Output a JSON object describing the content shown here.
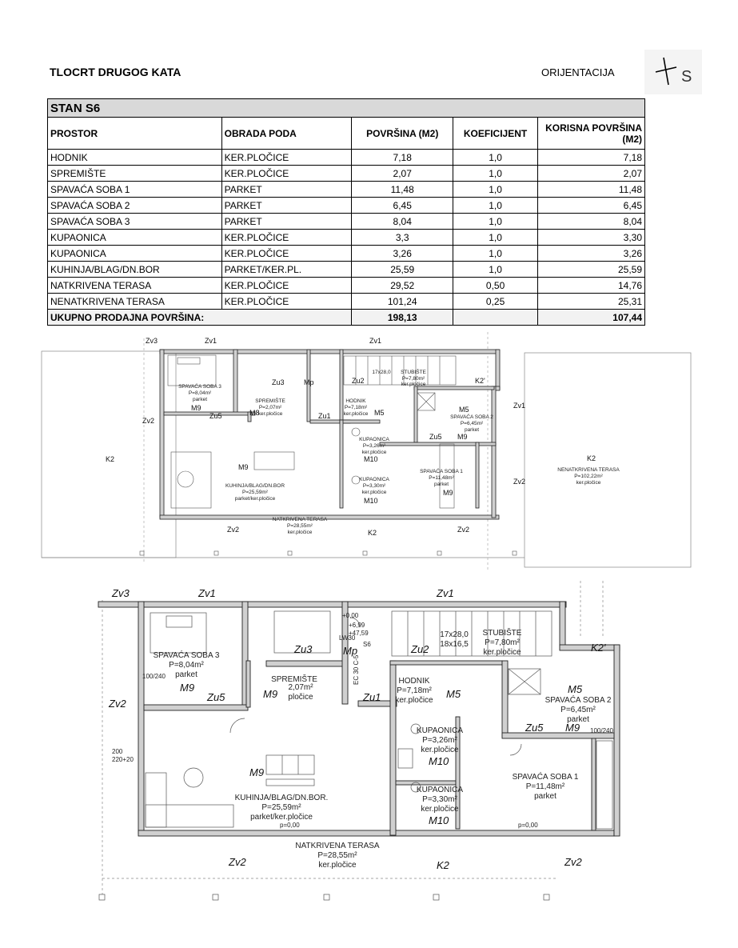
{
  "title": "TLOCRT DRUGOG KATA",
  "orientation_label": "ORIJENTACIJA",
  "compass_letter": "S",
  "table": {
    "unit": "STAN S6",
    "headers": [
      "PROSTOR",
      "OBRADA PODA",
      "POVRŠINA (M2)",
      "KOEFICIJENT",
      "KORISNA POVRŠINA (M2)"
    ],
    "header_last_line1": "KORISNA POVRŠINA",
    "header_last_line2": "(M2)",
    "rows": [
      {
        "name": "HODNIK",
        "floor": "KER.PLOČICE",
        "area": "7,18",
        "coef": "1,0",
        "useful": "7,18"
      },
      {
        "name": "SPREMIŠTE",
        "floor": "KER.PLOČICE",
        "area": "2,07",
        "coef": "1,0",
        "useful": "2,07"
      },
      {
        "name": "SPAVAĆA SOBA 1",
        "floor": "PARKET",
        "area": "11,48",
        "coef": "1,0",
        "useful": "11,48"
      },
      {
        "name": "SPAVAĆA SOBA 2",
        "floor": "PARKET",
        "area": "6,45",
        "coef": "1,0",
        "useful": "6,45"
      },
      {
        "name": "SPAVAĆA SOBA 3",
        "floor": "PARKET",
        "area": "8,04",
        "coef": "1,0",
        "useful": "8,04"
      },
      {
        "name": "KUPAONICA",
        "floor": "KER.PLOČICE",
        "area": "3,3",
        "coef": "1,0",
        "useful": "3,30"
      },
      {
        "name": "KUPAONICA",
        "floor": "KER.PLOČICE",
        "area": "3,26",
        "coef": "1,0",
        "useful": "3,26"
      },
      {
        "name": "KUHINJA/BLAG/DN.BOR",
        "floor": "PARKET/KER.PL.",
        "area": "25,59",
        "coef": "1,0",
        "useful": "25,59"
      },
      {
        "name": "NATKRIVENA TERASA",
        "floor": "KER.PLOČICE",
        "area": "29,52",
        "coef": "0,50",
        "useful": "14,76"
      },
      {
        "name": "NENATKRIVENA TERASA",
        "floor": "KER.PLOČICE",
        "area": "101,24",
        "coef": "0,25",
        "useful": "25,31"
      }
    ],
    "total_label": "UKUPNO PRODAJNA POVRŠINA:",
    "total_area": "198,13",
    "total_useful": "107,44"
  },
  "plan_small": {
    "labels": {
      "zv3": "Zv3",
      "zv1a": "Zv1",
      "zv1b": "Zv1",
      "zv2l": "Zv2",
      "zv2r1": "Zv1",
      "zv2r2": "Zv2",
      "zv2b1": "Zv2",
      "zv2b2": "Zv2",
      "k2l": "K2",
      "k2b": "K2",
      "k2p": "K2'",
      "k2r": "K2",
      "zu3": "Zu3",
      "mp": "Mp",
      "zu2": "Zu2",
      "zu1": "Zu1",
      "zu5a": "Zu5",
      "zu5b": "Zu5",
      "m9a": "M9",
      "m8": "M8",
      "m9b": "M9",
      "m9c": "M9",
      "m9d": "M9",
      "m5a": "M5",
      "m5b": "M5",
      "m10a": "M10",
      "m10b": "M10",
      "sob3": "SPAVAĆA SOBA 3",
      "sob3p": "P=8,04m²",
      "sob3f": "parket",
      "sprem": "SPREMIŠTE",
      "spremp": "P=2,07m²",
      "spremf": "ker.pločice",
      "hod": "HODNIK",
      "hodp": "P=7,18m²",
      "hodf": "ker.pločice",
      "stub": "STUBIŠTE",
      "stubp": "P=7,80m²",
      "stubf": "ker.pločice",
      "stubd": "17x28,0",
      "sob2": "SPAVAĆA SOBA 2",
      "sob2p": "P=6,45m²",
      "sob2f": "parket",
      "kup1": "KUPAONICA",
      "kup1p": "P=3,26m²",
      "kup1f": "ker.pločice",
      "kup2": "KUPAONICA",
      "kup2p": "P=3,30m²",
      "kup2f": "ker.pločice",
      "sob1": "SPAVAĆA SOBA 1",
      "sob1p": "P=11,48m²",
      "sob1f": "parket",
      "kuh": "KUHINJA/BLAG/DN.BOR",
      "kuhp": "P=25,59m²",
      "kuhf": "parket/ker.pločice",
      "nat": "NATKRIVENA TERASA",
      "natp": "P=28,55m²",
      "natf": "ker.pločice",
      "nen": "NENATKRIVENA TERASA",
      "nenp": "P=102,22m²",
      "nenf": "ker.pločice"
    }
  },
  "plan_large": {
    "labels": {
      "zv3": "Zv3",
      "zv1a": "Zv1",
      "zv1b": "Zv1",
      "zv2l": "Zv2",
      "zv2b1": "Zv2",
      "zv2b2": "Zv2",
      "k2p": "K2'",
      "k2b": "K2",
      "zu3": "Zu3",
      "mp": "Mp",
      "zu2": "Zu2",
      "zu1": "Zu1",
      "zu5a": "Zu5",
      "zu5b": "Zu5",
      "m9a": "M9",
      "m9b": "M9",
      "m9c": "M9",
      "m9d": "M9",
      "m5a": "M5",
      "m5b": "M5",
      "m10a": "M10",
      "m10b": "M10",
      "s6": "S6",
      "lw": "LW30",
      "ec": "EC 30 C-5",
      "dim1": "100/240",
      "dim2": "100/240",
      "dim3": "200",
      "dim4": "220+20",
      "sob3": "SPAVAĆA SOBA 3",
      "sob3p": "P=8,04m²",
      "sob3f": "parket",
      "sprem": "SPREMIŠTE",
      "spremp": "2,07m²",
      "spremf": "pločice",
      "hod": "HODNIK",
      "hodp": "P=7,18m²",
      "hodf": "ker.pločice",
      "stub": "STUBIŠTE",
      "stubp": "P=7,80m²",
      "stubf": "ker.pločice",
      "stubd1": "17x28,0",
      "stubd2": "18x16,5",
      "sob2": "SPAVAĆA SOBA 2",
      "sob2p": "P=6,45m²",
      "sob2f": "parket",
      "kup1": "KUPAONICA",
      "kup1p": "P=3,26m²",
      "kup1f": "ker.pločice",
      "kup2": "KUPAONICA",
      "kup2p": "P=3,30m²",
      "kup2f": "ker.pločice",
      "sob1": "SPAVAĆA SOBA 1",
      "sob1p": "P=11,48m²",
      "sob1f": "parket",
      "kuh": "KUHINJA/BLAG/DN.BOR.",
      "kuhp": "P=25,59m²",
      "kuhf": "parket/ker.pločice",
      "nat": "NATKRIVENA TERASA",
      "natp": "P=28,55m²",
      "natf": "ker.pločice",
      "lvl1": "+0,00",
      "lvl2": "+6,99",
      "lvl3": "+47,59",
      "lvl4": "p=0,00",
      "lvl5": "p=0,00"
    }
  }
}
